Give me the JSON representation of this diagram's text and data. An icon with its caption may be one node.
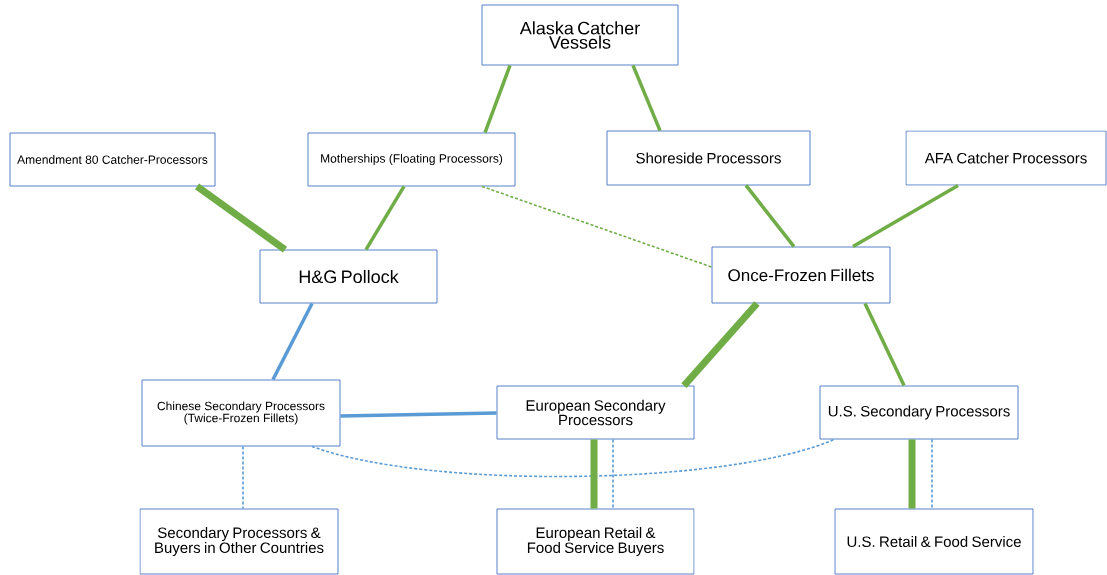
{
  "diagram": {
    "nodes": [
      {
        "text": [
          "Alaska Catcher Vessels"
        ]
      },
      {
        "text": [
          "Amendment 80 Catcher-Processors"
        ]
      },
      {
        "text": [
          "Motherships (Floating Processors)"
        ]
      },
      {
        "text": [
          "Shoreside Processors"
        ]
      },
      {
        "text": [
          "AFA Catcher Processors"
        ]
      },
      {
        "text": [
          "H&G Pollock"
        ]
      },
      {
        "text": [
          "Once-Frozen Fillets"
        ]
      },
      {
        "text": [
          "Chinese Secondary Processors (Twice-Frozen Fillets)"
        ]
      },
      {
        "text": [
          "European Secondary Processors"
        ]
      },
      {
        "text": [
          "U.S. Secondary Processors"
        ]
      },
      {
        "text": [
          "Secondary Processors & Buyers in Other Countries"
        ]
      },
      {
        "text": [
          "European Retail & Food Service Buyers"
        ]
      },
      {
        "text": [
          "U.S. Retail & Food Service"
        ]
      }
    ],
    "edges": [
      {
        "from": 0,
        "to": 2,
        "arrow": "none"
      },
      {
        "from": 0,
        "to": 3,
        "arrow": "none"
      },
      {
        "from": 1,
        "to": 5,
        "arrow": "none",
        "style": "thick"
      },
      {
        "from": 2,
        "to": 5,
        "arrow": "none"
      },
      {
        "from": 2,
        "to": 6,
        "arrow": "none",
        "style": "dashed"
      },
      {
        "from": 3,
        "to": 6,
        "arrow": "none"
      },
      {
        "from": 4,
        "to": 6,
        "arrow": "none"
      },
      {
        "from": 5,
        "to": 7,
        "arrow": "none",
        "color": "#5b9bd5"
      },
      {
        "from": 6,
        "to": 8,
        "arrow": "none",
        "style": "thick"
      },
      {
        "from": 6,
        "to": 9,
        "arrow": "none"
      },
      {
        "from": 7,
        "to": 8,
        "arrow": "none",
        "color": "#5b9bd5"
      },
      {
        "from": 7,
        "to": 10,
        "arrow": "none",
        "style": "dashed",
        "color": "#5b9bd5"
      },
      {
        "from": 7,
        "to": 9,
        "arrow": "none",
        "style": "dashed",
        "color": "#5b9bd5"
      },
      {
        "from": 8,
        "to": 11,
        "arrow": "none",
        "style": "thick"
      },
      {
        "from": 8,
        "to": 11,
        "arrow": "none",
        "style": "dashed",
        "color": "#5b9bd5"
      },
      {
        "from": 9,
        "to": 12,
        "arrow": "none",
        "style": "thick"
      },
      {
        "from": 9,
        "to": 12,
        "arrow": "none",
        "style": "dashed",
        "color": "#5b9bd5"
      }
    ]
  }
}
